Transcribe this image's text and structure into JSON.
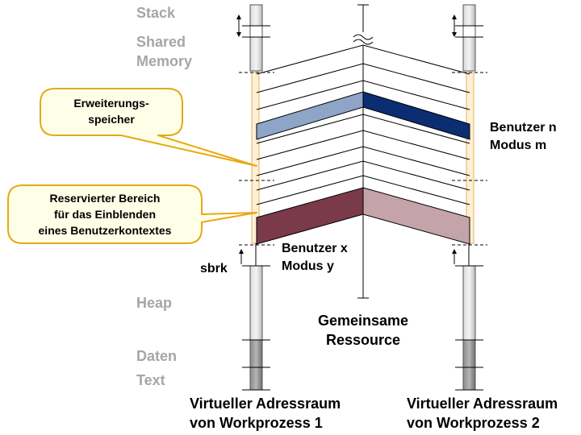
{
  "segments": {
    "stack": "Stack",
    "shared": "Shared",
    "memory": "Memory",
    "heap": "Heap",
    "daten": "Daten",
    "text": "Text"
  },
  "callouts": {
    "erweiterung_line1": "Erweiterungs-",
    "erweiterung_line2": "speicher",
    "reserviert_line1": "Reservierter Bereich",
    "reserviert_line2": "für das Einblenden",
    "reserviert_line3": "eines Benutzerkontextes"
  },
  "labels": {
    "sbrk": "sbrk",
    "benutzer_x": "Benutzer x",
    "modus_y": "Modus y",
    "benutzer_n": "Benutzer n",
    "modus_m": "Modus m",
    "gemeinsame": "Gemeinsame",
    "ressource": "Ressource",
    "wp1_line1": "Virtueller Adressraum",
    "wp1_line2": "von Workprozess 1",
    "wp2_line1": "Virtueller Adressraum",
    "wp2_line2": "von Workprozess 2"
  },
  "colors": {
    "user_n_left": "#8ea5c8",
    "user_n_right": "#0b2e73",
    "user_x_left": "#7a3a4a",
    "user_x_right": "#c4a3ab",
    "callout_border": "#e6a817",
    "callout_fill": "#ffffe8",
    "segment_label": "#a6a6a6"
  }
}
